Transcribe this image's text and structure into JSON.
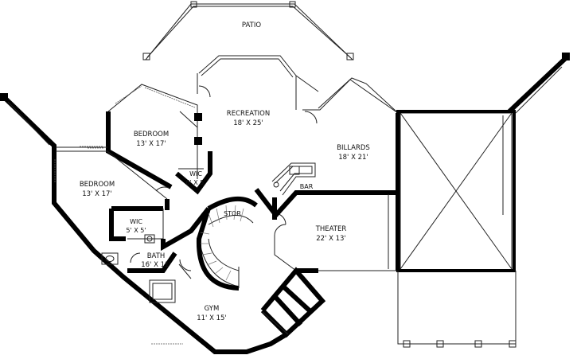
{
  "rooms": {
    "patio": {
      "name": "PATIO"
    },
    "recreation": {
      "name": "RECREATION",
      "size": "18' X 25'"
    },
    "bedroom_upper": {
      "name": "BEDROOM",
      "size": "13' X 17'"
    },
    "bedroom_lower": {
      "name": "BEDROOM",
      "size": "13' X 17'"
    },
    "billiards": {
      "name": "BILLARDS",
      "size": "18' X 21'"
    },
    "wic_upper": {
      "name": "WIC",
      "size": "6' X 5'"
    },
    "wic_lower": {
      "name": "WIC",
      "size": "5' X 5'"
    },
    "bar": {
      "name": "BAR"
    },
    "stor": {
      "name": "STOR"
    },
    "theater": {
      "name": "THEATER",
      "size": "22' X 13'"
    },
    "bath": {
      "name": "BATH",
      "size": "16' X 11'"
    },
    "gym": {
      "name": "GYM",
      "size": "11' X 15'"
    }
  },
  "colors": {
    "wall": "#000000",
    "line": "#222222",
    "background": "#ffffff"
  }
}
